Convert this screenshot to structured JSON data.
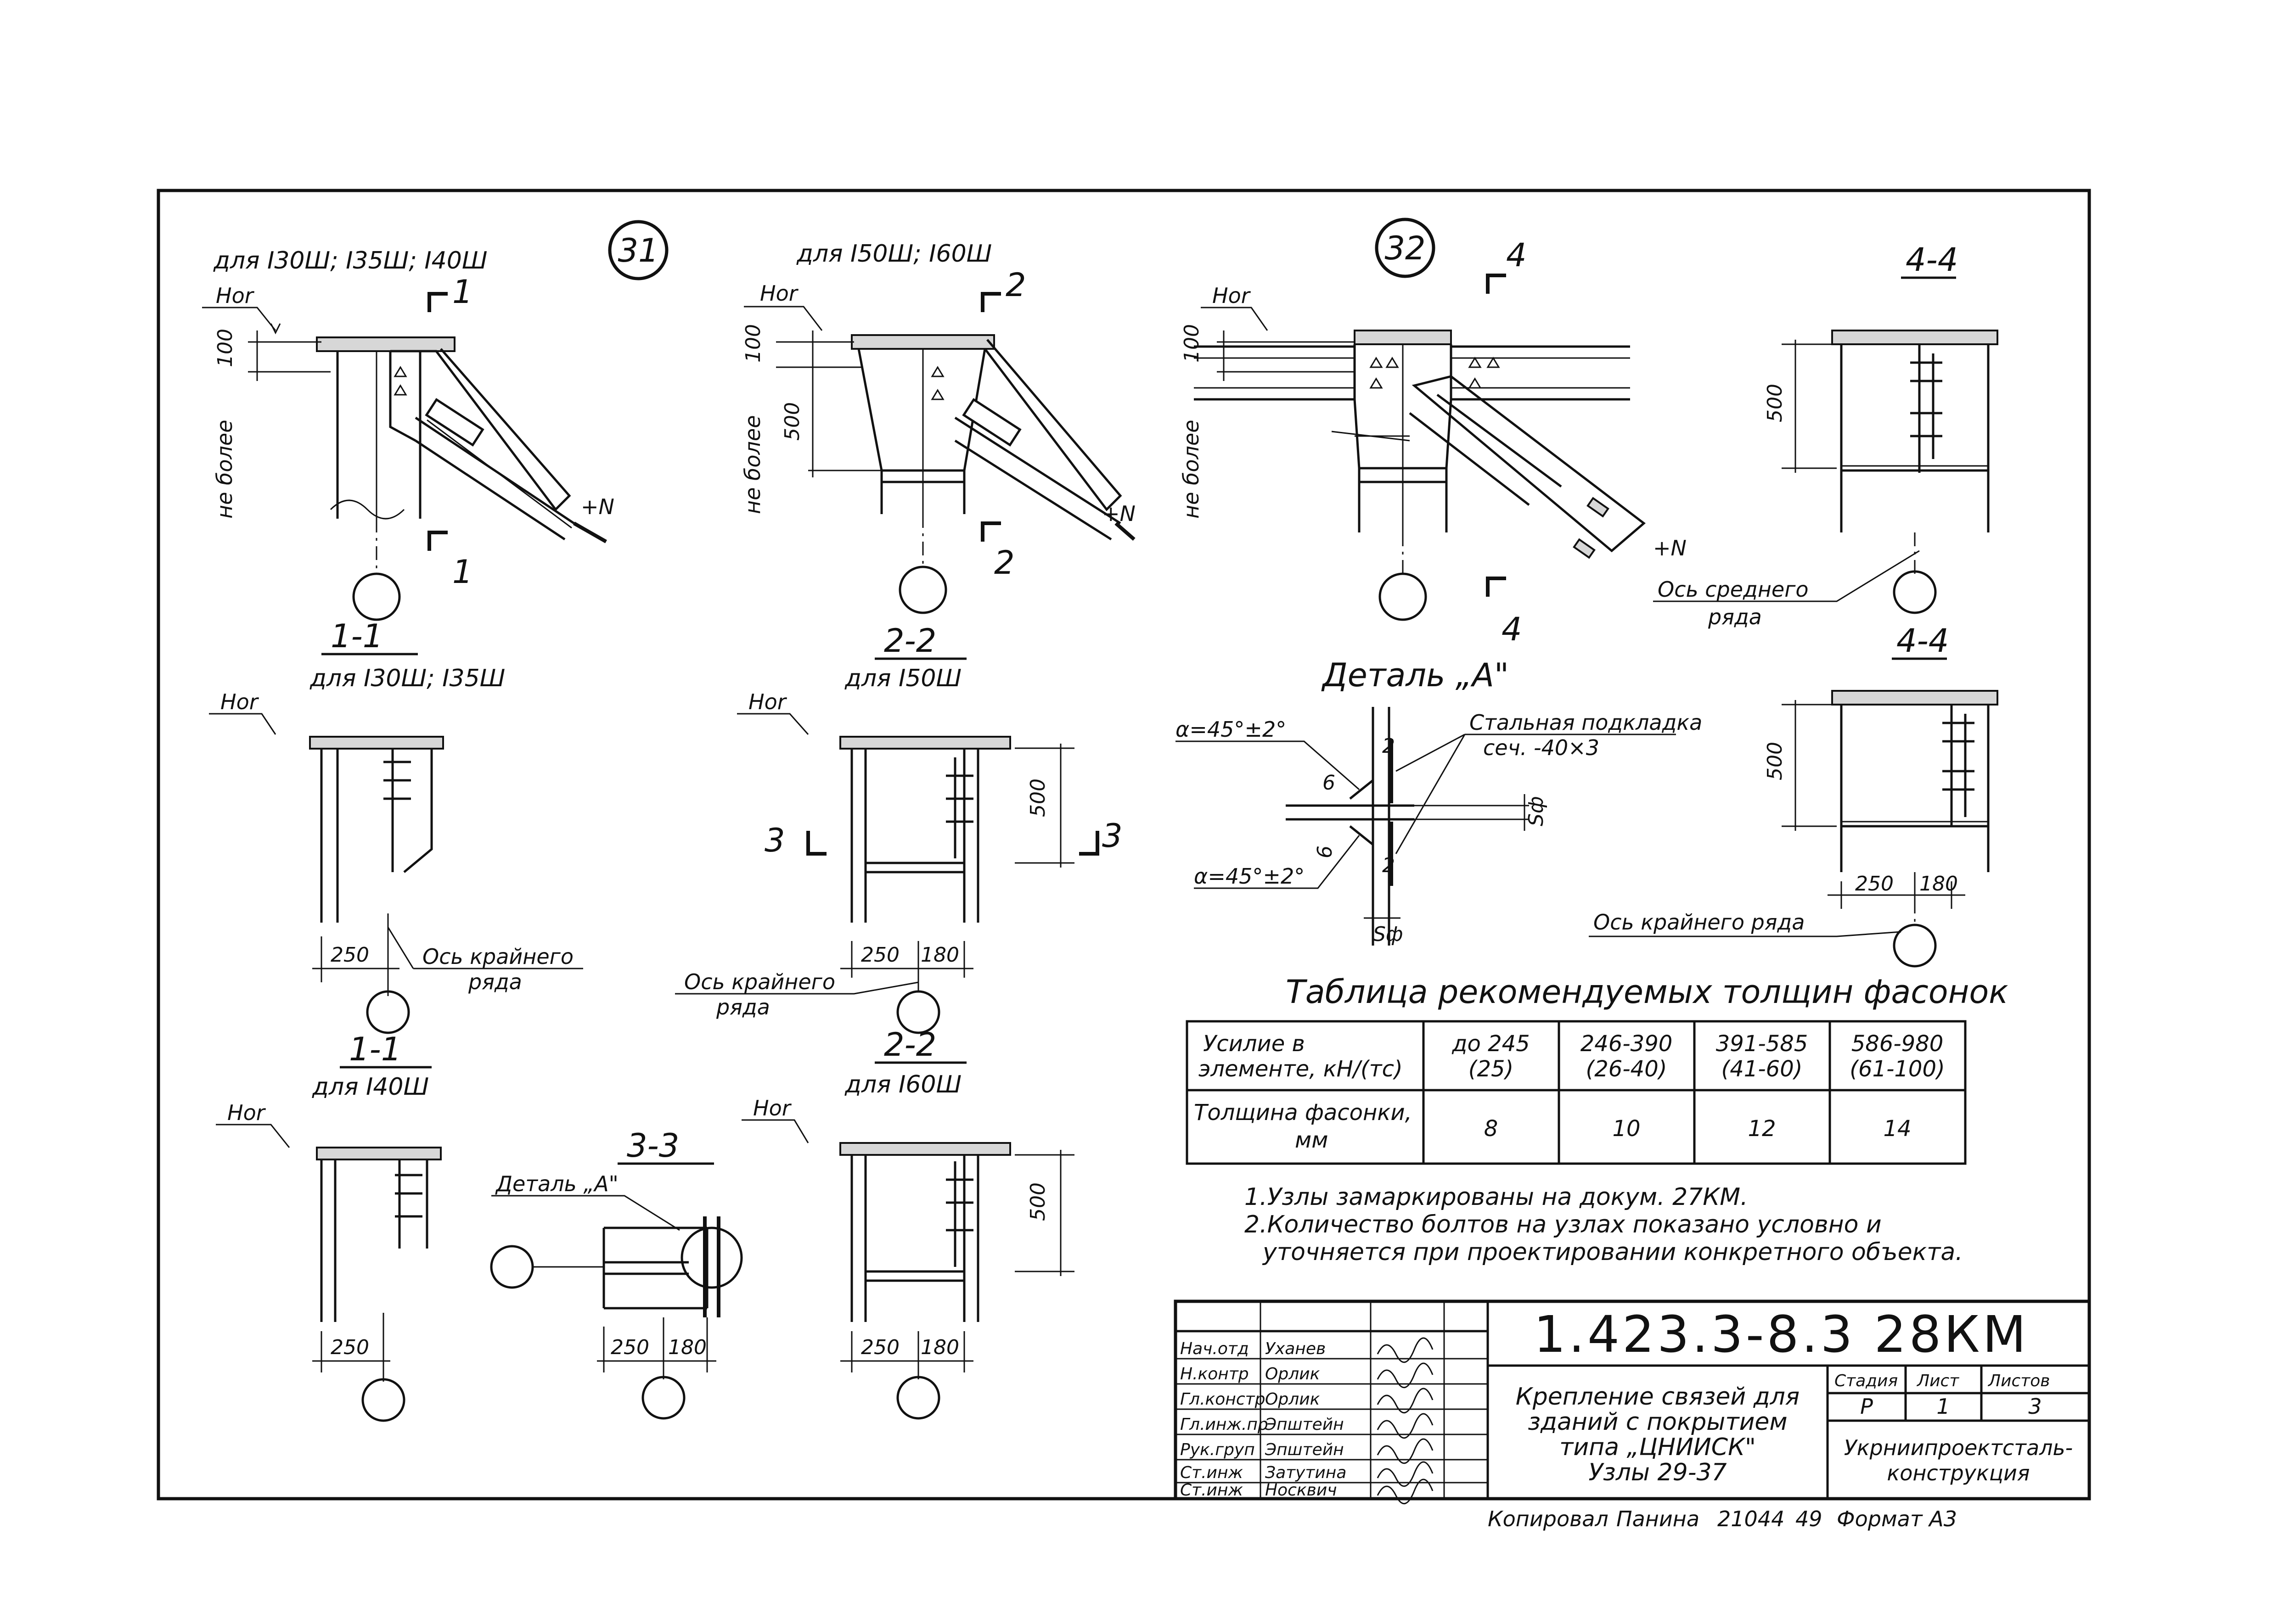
{
  "node_31": {
    "number": "31",
    "for_label": "для I30Ш; I35Ш; I40Ш",
    "level_label": "Ноr",
    "dim_100": "100",
    "not_more": "не более",
    "section_mark": "1",
    "force": "+N"
  },
  "node_31b": {
    "for_label": "для I50Ш; I60Ш",
    "level_label": "Ноr",
    "dim_100": "100",
    "dim_500": "500",
    "not_more": "не более",
    "section_mark": "2",
    "force": "+N"
  },
  "node_32": {
    "number": "32",
    "level_label": "Ноr",
    "dim_100": "100",
    "not_more": "не более",
    "section_mark": "4",
    "force": "+N",
    "axis_label_1": "Ось среднего",
    "axis_label_2": "ряда"
  },
  "section_44_top": {
    "title": "4-4",
    "dim_500": "500"
  },
  "section_44_bottom": {
    "title": "4-4",
    "dim_500": "500",
    "dim_250": "250",
    "dim_180": "180",
    "axis_label": "Ось крайнего ряда"
  },
  "detail_a": {
    "title": "Деталь „А\"",
    "angle_top": "α=45°±2°",
    "angle_bottom": "α=45°±2°",
    "plate_label_1": "Стальная подкладка",
    "plate_label_2": "сеч. -40×3",
    "dim_6a": "6",
    "dim_6b": "6",
    "dim_2a": "2",
    "dim_2b": "2",
    "dim_sf": "Sф",
    "dim_sf2": "Sф"
  },
  "section_11_a": {
    "title": "1-1",
    "for_label": "для I30Ш; I35Ш",
    "level_label": "Ноr",
    "dim_250": "250",
    "axis_label_1": "Ось крайнего",
    "axis_label_2": "ряда"
  },
  "section_22_a": {
    "title": "2-2",
    "for_label": "для I50Ш",
    "level_label": "Ноr",
    "dim_500": "500",
    "dim_250": "250",
    "dim_180": "180",
    "section_mark": "3",
    "axis_label_1": "Ось крайнего",
    "axis_label_2": "ряда"
  },
  "section_11_b": {
    "title": "1-1",
    "for_label": "для I40Ш",
    "level_label": "Ноr",
    "dim_250": "250"
  },
  "section_33": {
    "title": "3-3",
    "detail_ref": "Деталь „А\"",
    "dim_250": "250",
    "dim_180": "180"
  },
  "section_22_b": {
    "title": "2-2",
    "for_label": "для I60Ш",
    "level_label": "Ноr",
    "dim_500": "500",
    "dim_250": "250",
    "dim_180": "180"
  },
  "thickness_table": {
    "title": "Таблица рекомендуемых толщин фасонок",
    "row1_label_1": "Усилие в",
    "row1_label_2": "элементе, кН/(тс)",
    "row2_label_1": "Толщина фасонки,",
    "row2_label_2": "мм",
    "cols": [
      {
        "range": "до 245",
        "tc": "(25)",
        "thickness": "8"
      },
      {
        "range": "246-390",
        "tc": "(26-40)",
        "thickness": "10"
      },
      {
        "range": "391-585",
        "tc": "(41-60)",
        "thickness": "12"
      },
      {
        "range": "586-980",
        "tc": "(61-100)",
        "thickness": "14"
      }
    ]
  },
  "notes": {
    "n1": "1.Узлы замаркированы на докум. 27КМ.",
    "n2a": "2.Количество болтов на узлах показано условно и",
    "n2b": "уточняется при проектировании конкретного объекта."
  },
  "title_block": {
    "doc_code": "1.423.3-8.3 28КМ",
    "desc_1": "Крепление связей для",
    "desc_2": "зданий с покрытием",
    "desc_3": "типа „ЦНИИСК\"",
    "desc_4": "Узлы 29-37",
    "stage_h": "Стадия",
    "sheet_h": "Лист",
    "sheets_h": "Листов",
    "stage": "Р",
    "sheet": "1",
    "sheets": "3",
    "org_1": "Укрниипроектсталь-",
    "org_2": "конструкция",
    "staff": [
      {
        "role": "Нач.отд",
        "name": "Уханев"
      },
      {
        "role": "Н.контр",
        "name": "Орлик"
      },
      {
        "role": "Гл.констр",
        "name": "Орлик"
      },
      {
        "role": "Гл.инж.пр",
        "name": "Эпштейн"
      },
      {
        "role": "Рук.груп",
        "name": "Эпштейн"
      },
      {
        "role": "Ст.инж",
        "name": "Затутина"
      },
      {
        "role": "Ст.инж",
        "name": "Носквич"
      }
    ]
  },
  "footer": {
    "copied": "Копировал",
    "copier": "Панина",
    "number": "21044",
    "page": "49",
    "format": "Формат А3"
  }
}
